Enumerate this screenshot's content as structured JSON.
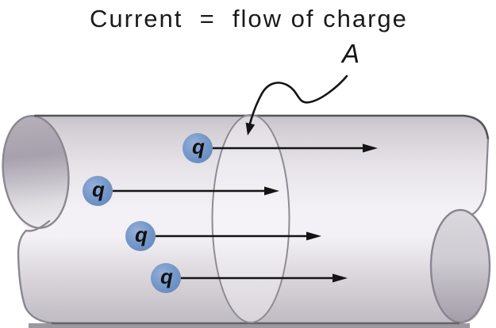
{
  "figure": {
    "title": "Current  =  flow of charge",
    "area_label": "A"
  },
  "charges": [
    {
      "label": "q"
    },
    {
      "label": "q"
    },
    {
      "label": "q"
    },
    {
      "label": "q"
    }
  ],
  "colors": {
    "charge_blue": "#6e92c6",
    "wire_body_light": "#f3f1f5",
    "wire_body_dark": "#c2bec6",
    "wire_outline_gray": "#8b8790",
    "wire_top_edge": "#56525a",
    "shadow_gray": "#9c98a0",
    "arrow_black": "#141414"
  }
}
